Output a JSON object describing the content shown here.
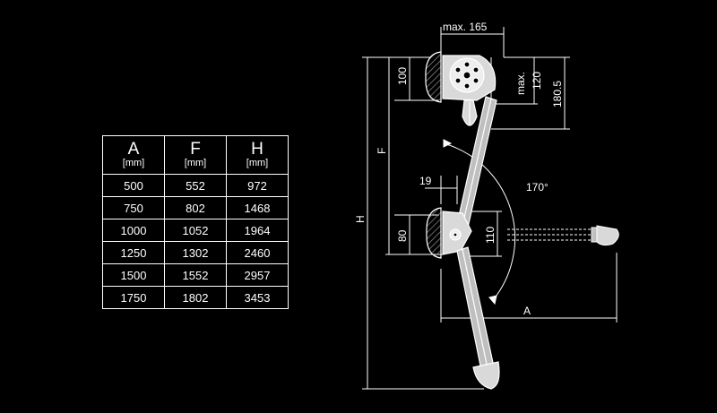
{
  "table": {
    "headers": [
      {
        "label": "A",
        "unit": "[mm]"
      },
      {
        "label": "F",
        "unit": "[mm]"
      },
      {
        "label": "H",
        "unit": "[mm]"
      }
    ],
    "rows": [
      [
        "500",
        "552",
        "972"
      ],
      [
        "750",
        "802",
        "1468"
      ],
      [
        "1000",
        "1052",
        "1964"
      ],
      [
        "1250",
        "1302",
        "2460"
      ],
      [
        "1500",
        "1552",
        "2957"
      ],
      [
        "1750",
        "1802",
        "3453"
      ]
    ]
  },
  "drawing": {
    "dim_max165": "max. 165",
    "dim_100": "100",
    "dim_max120_a": "max.",
    "dim_max120_b": "120",
    "dim_180_5": "180.5",
    "dim_F": "F",
    "dim_H": "H",
    "dim_19": "19",
    "dim_170": "170°",
    "dim_80": "80",
    "dim_110": "110",
    "dim_A": "A"
  },
  "colors": {
    "background": "#000000",
    "lines": "#ffffff",
    "part_fill": "#d9d9d9"
  }
}
